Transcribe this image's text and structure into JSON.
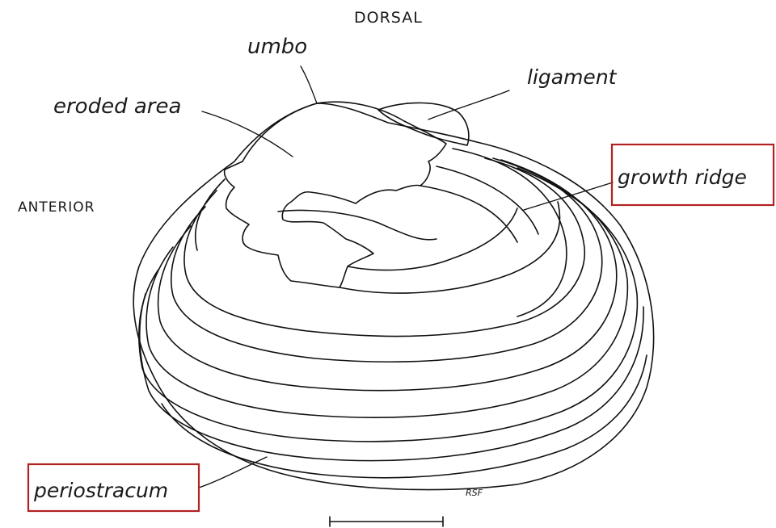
{
  "orientation": {
    "dorsal": "DORSAL",
    "anterior": "ANTERIOR"
  },
  "labels": {
    "umbo": "umbo",
    "eroded_area": "eroded area",
    "ligament": "ligament",
    "growth_ridge": "growth ridge",
    "periostracum": "periostracum"
  },
  "signature": "RSF",
  "highlight_color": "#b22222",
  "highlighted_labels": [
    "growth ridge",
    "periostracum"
  ]
}
